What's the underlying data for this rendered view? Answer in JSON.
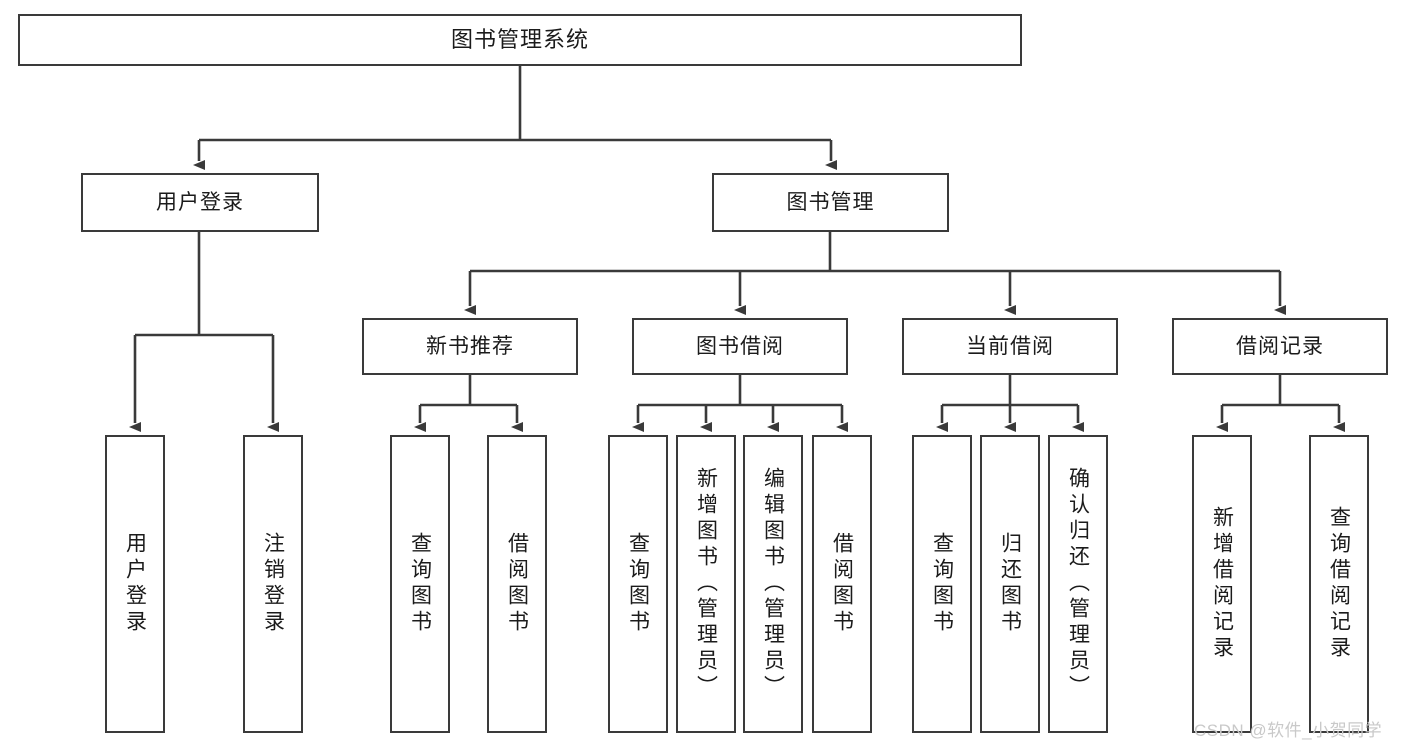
{
  "diagram": {
    "type": "tree",
    "title": "图书管理系统",
    "theme": {
      "stroke": "#3a3a3a",
      "fill": "#ffffff",
      "text": "#1b1b1b",
      "watermark_color": "#c9c9c9",
      "background": "#ffffff"
    },
    "root": {
      "label": "图书管理系统"
    },
    "level2": [
      {
        "label": "用户登录"
      },
      {
        "label": "图书管理"
      }
    ],
    "level3": [
      {
        "label": "新书推荐"
      },
      {
        "label": "图书借阅"
      },
      {
        "label": "当前借阅"
      },
      {
        "label": "借阅记录"
      }
    ],
    "leaves": [
      {
        "label": "用户登录",
        "parent": "用户登录"
      },
      {
        "label": "注销登录",
        "parent": "用户登录"
      },
      {
        "label": "查询图书",
        "parent": "新书推荐"
      },
      {
        "label": "借阅图书",
        "parent": "新书推荐"
      },
      {
        "label": "查询图书",
        "parent": "图书借阅"
      },
      {
        "label": "新增图书（管理员）",
        "parent": "图书借阅"
      },
      {
        "label": "编辑图书（管理员）",
        "parent": "图书借阅"
      },
      {
        "label": "借阅图书",
        "parent": "图书借阅"
      },
      {
        "label": "查询图书",
        "parent": "当前借阅"
      },
      {
        "label": "归还图书",
        "parent": "当前借阅"
      },
      {
        "label": "确认归还（管理员）",
        "parent": "当前借阅"
      },
      {
        "label": "新增借阅记录",
        "parent": "借阅记录"
      },
      {
        "label": "查询借阅记录",
        "parent": "借阅记录"
      }
    ]
  },
  "watermark": {
    "text": "CSDN @软件_小贺同学"
  }
}
